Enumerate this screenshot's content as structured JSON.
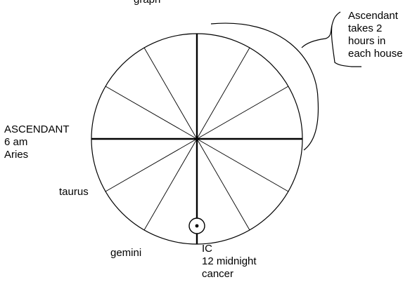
{
  "top_text": "graph",
  "labels": {
    "ascendant": [
      "ASCENDANT",
      "6 am",
      "Aries"
    ],
    "taurus": "taurus",
    "gemini": "gemini",
    "ic": [
      "IC",
      "12 midnight",
      "cancer"
    ],
    "note": [
      "Ascendant",
      "takes 2",
      "hours in",
      "each house"
    ]
  },
  "houses": 12,
  "colors": {
    "stroke": "#000000",
    "background": "#ffffff",
    "text": "#000000"
  }
}
